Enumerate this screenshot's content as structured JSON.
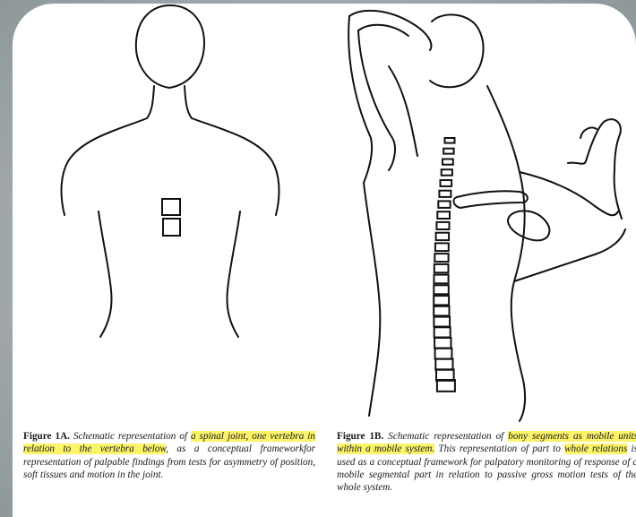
{
  "figures": [
    {
      "label": "Figure 1A.",
      "caption": {
        "a": "Schematic representation of",
        "highlight1": "a spinal joint, one vertebra in relation to the vertebra below",
        "b": ", as a conceptual frameworkfor representation of palpable findings from tests for asymmetry of position, soft tissues and motion in the joint."
      }
    },
    {
      "label": "Figure 1B.",
      "caption": {
        "a": "Schematic representation of",
        "highlight1": "bony segments as mobile units within a mobile system.",
        "b": "This representation of part to",
        "highlight2": "whole relations",
        "c": "is used as a conceptual framework for palpatory monitoring of response of a mobile segmental part in relation to passive gross motion tests of the whole system."
      }
    }
  ],
  "colors": {
    "highlight": "#fbf36a",
    "line": "#111111",
    "background": "#9fa7aa"
  }
}
